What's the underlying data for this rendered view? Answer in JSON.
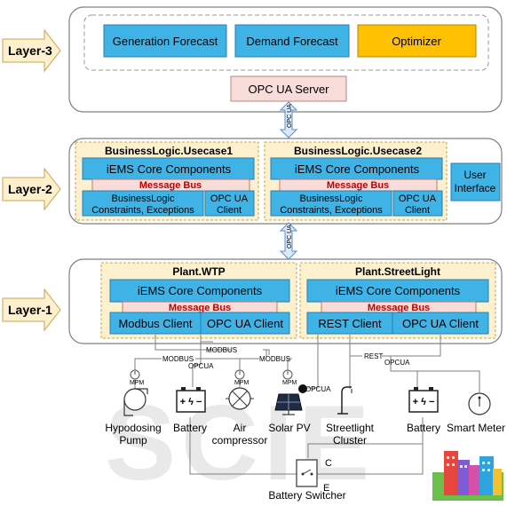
{
  "layers": {
    "layer3": "Layer-3",
    "layer2": "Layer-2",
    "layer1": "Layer-1"
  },
  "layer3": {
    "generation_forecast": "Generation Forecast",
    "demand_forecast": "Demand Forecast",
    "optimizer": "Optimizer",
    "opc_server": "OPC UA Server"
  },
  "connectors": {
    "upper": "OPC UA",
    "lower": "OPC UA"
  },
  "layer2": {
    "usecase1": {
      "title": "BusinessLogic.Usecase1",
      "core": "iEMS Core Components",
      "bus": "Message Bus",
      "logic_line1": "BusinessLogic",
      "logic_line2": "Constraints, Exceptions",
      "client_line1": "OPC UA",
      "client_line2": "Client"
    },
    "usecase2": {
      "title": "BusinessLogic.Usecase2",
      "core": "iEMS Core Components",
      "bus": "Message Bus",
      "logic_line1": "BusinessLogic",
      "logic_line2": "Constraints, Exceptions",
      "client_line1": "OPC UA",
      "client_line2": "Client"
    },
    "ui_line1": "User",
    "ui_line2": "Interface"
  },
  "layer1": {
    "wtp": {
      "title": "Plant.WTP",
      "core": "iEMS Core Components",
      "bus": "Message Bus",
      "client_a": "Modbus Client",
      "client_b": "OPC UA Client"
    },
    "streetlight": {
      "title": "Plant.StreetLight",
      "core": "iEMS Core Components",
      "bus": "Message Bus",
      "client_a": "REST Client",
      "client_b": "OPC UA Client"
    }
  },
  "wires": {
    "modbus_top": "MODBUS",
    "modbus_left": "MODBUS",
    "modbus_right": "MODBUS",
    "opcua_left": "OPCUA",
    "opcua_solar": "OPCUA",
    "rest": "REST",
    "opcua_right": "OPCUA",
    "mpm1": "MPM",
    "mpm2": "MPM",
    "mpm3": "MPM"
  },
  "devices": {
    "pump_line1": "Hypodosing",
    "pump_line2": "Pump",
    "battery1": "Battery",
    "air_line1": "Air",
    "air_line2": "compressor",
    "solar": "Solar PV",
    "street_line1": "Streetlight",
    "street_line2": "Cluster",
    "battery2": "Battery",
    "meter": "Smart Meter",
    "switcher": "Battery Switcher",
    "switch_c": "C",
    "switch_e": "E"
  },
  "watermark": "SCIE"
}
